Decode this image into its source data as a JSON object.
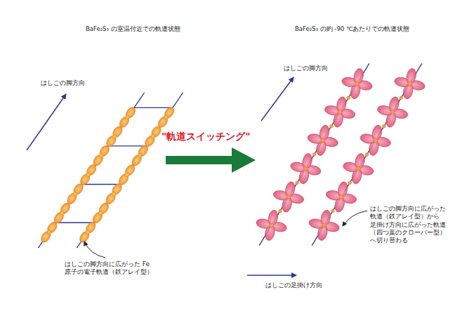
{
  "diagram": {
    "labels": [
      "BaFe₂S₃ の室温付近での軌道状態",
      "はしごの脚方向",
      "はしごの脚方向に広がった Fe 原子の電子軌道（鉄アレイ型）",
      "\"軌道スイッチング\"",
      "BaFe₂S₃ の約 -90 ℃あたりでの軌道状態",
      "はしごの脚方向",
      "はしごの脚方向に広がった 軌道（鉄アレイ型）から 足掛け方向に広がった軌道 （四つ葉のクローバー型） へ切り替わる",
      "はしごの足掛け方向"
    ]
  }
}
